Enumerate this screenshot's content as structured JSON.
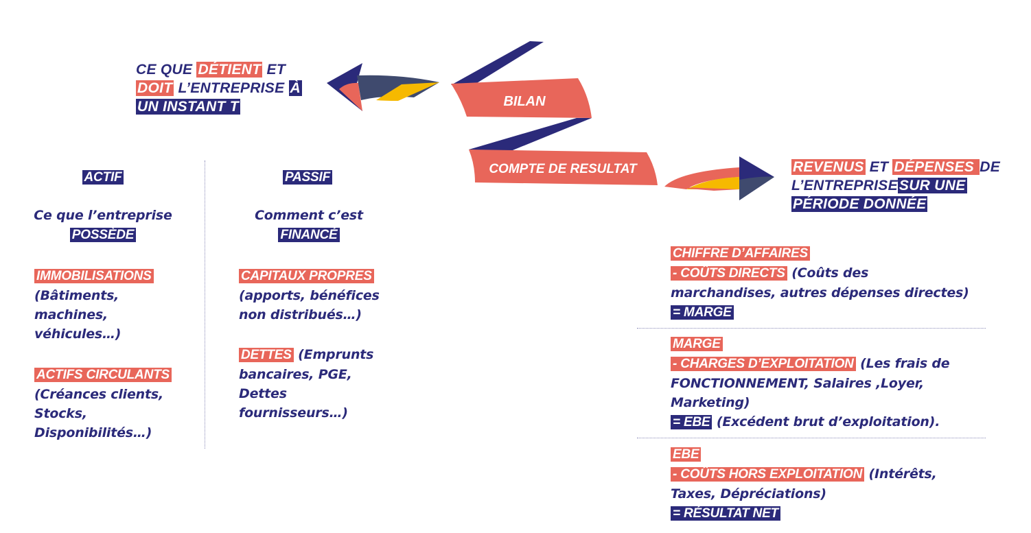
{
  "bilan": {
    "ribbon_label": "BILAN",
    "caption": {
      "line1_a": "CE QUE ",
      "line1_hl": "DÉTIENT",
      "line1_b": " ET",
      "line2_hl": "DOIT",
      "line2_b": " L’ENTREPRISE ",
      "line2_hd": "À",
      "line3_hd": "UN INSTANT  T"
    },
    "actif": {
      "title": "ACTIF",
      "desc_line1": "Ce que l’entreprise",
      "desc_line2": "POSSÈDE",
      "immobilisations": {
        "label": "IMMOBILISATIONS",
        "detail": [
          "(Bâtiments,",
          "machines,",
          "véhicules…)"
        ]
      },
      "actifs_circulants": {
        "label": "ACTIFS CIRCULANTS",
        "detail": [
          "(Créances clients,",
          "Stocks,",
          "Disponibilités…)"
        ]
      }
    },
    "passif": {
      "title": "PASSIF",
      "desc_line1": "Comment c’est",
      "desc_line2": "FINANCÉ",
      "capitaux": {
        "label": "CAPITAUX PROPRES",
        "detail": [
          "(apports, bénéfices",
          "non distribués…)"
        ]
      },
      "dettes": {
        "label": "DETTES",
        "detail_first": " (Emprunts",
        "detail": [
          "bancaires, PGE,",
          "Dettes",
          "fournisseurs…)"
        ]
      }
    }
  },
  "compte": {
    "ribbon_label": "COMPTE DE RESULTAT",
    "caption": {
      "line1_hl1": "REVENUS",
      "line1_mid": " ET ",
      "line1_hl2": "DÉPENSES ",
      "line1_end": " DE",
      "line2_a": "L’ENTREPRISE",
      "line2_hd": "SUR UNE",
      "line3_hd": "PÉRIODE DONNÉE "
    },
    "block1": {
      "line1_hl": "CHIFFRE D’AFFAIRES",
      "line2_hl": "- COÛTS DIRECTS",
      "line2_rest": " (Coûts des",
      "line3": "marchandises, autres dépenses directes)",
      "result_hd": "= MARGE"
    },
    "block2": {
      "line1_hl": "MARGE",
      "line2_hl": "- CHARGES D’EXPLOITATION",
      "line2_rest": " (Les frais de",
      "line3": "FONCTIONNEMENT, Salaires ,Loyer,",
      "line4": "Marketing)",
      "result_hd": "= EBE",
      "result_rest": " (Excédent brut d’exploitation)."
    },
    "block3": {
      "line1_hl": "EBE",
      "line2_hl": "- COÛTS HORS EXPLOITATION",
      "line2_rest": " (Intérêts,",
      "line3": "Taxes, Dépréciations)",
      "result_hd": "= RÉSULTAT NET"
    }
  },
  "colors": {
    "navy": "#2b2a7a",
    "coral": "#e8665a",
    "yellow": "#f6b900",
    "slate": "#3f4a6e"
  }
}
